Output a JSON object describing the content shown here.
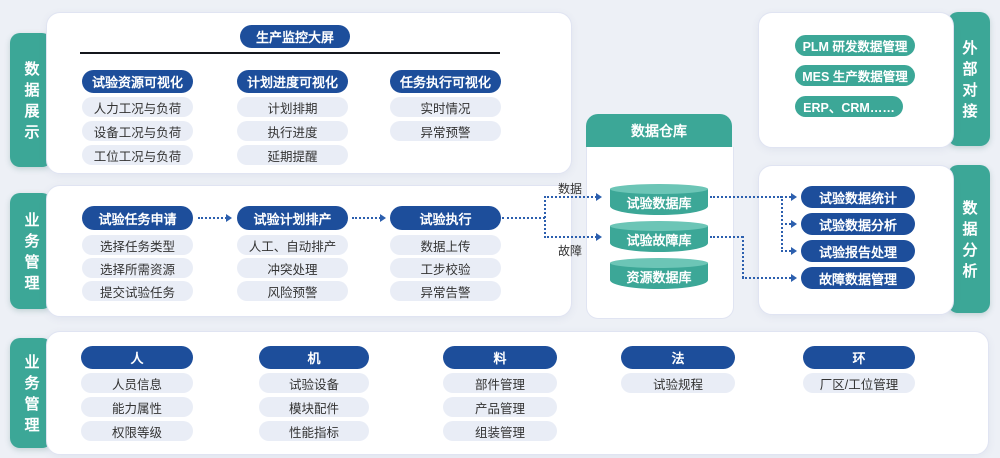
{
  "colors": {
    "teal": "#3CA797",
    "dark_blue": "#1D4E9B",
    "light_pill": "#E9EDF6",
    "flow_line": "#2C5FAE",
    "background": "#EDF0F6"
  },
  "data_display": {
    "tab": "数据展示",
    "title": "生产监控大屏",
    "columns": [
      {
        "header": "试验资源可视化",
        "items": [
          "人力工况与负荷",
          "设备工况与负荷",
          "工位工况与负荷"
        ]
      },
      {
        "header": "计划进度可视化",
        "items": [
          "计划排期",
          "执行进度",
          "延期提醒"
        ]
      },
      {
        "header": "任务执行可视化",
        "items": [
          "实时情况",
          "异常预警"
        ]
      }
    ]
  },
  "external": {
    "tab": "外部对接",
    "pills": [
      "PLM 研发数据管理",
      "MES 生产数据管理",
      "ERP、CRM……"
    ]
  },
  "business": {
    "tab": "业务管理",
    "columns": [
      {
        "header": "试验任务申请",
        "items": [
          "选择任务类型",
          "选择所需资源",
          "提交试验任务"
        ]
      },
      {
        "header": "试验计划排产",
        "items": [
          "人工、自动排产",
          "冲突处理",
          "风险预警"
        ]
      },
      {
        "header": "试验执行",
        "items": [
          "数据上传",
          "工步校验",
          "异常告警"
        ]
      }
    ],
    "flow_labels": {
      "data": "数据",
      "fault": "故障"
    }
  },
  "warehouse": {
    "title": "数据仓库",
    "databases": [
      "试验数据库",
      "试验故障库",
      "资源数据库"
    ]
  },
  "analysis": {
    "tab": "数据分析",
    "pills": [
      "试验数据统计",
      "试验数据分析",
      "试验报告处理",
      "故障数据管理"
    ]
  },
  "foundation": {
    "tab": "业务管理",
    "columns": [
      {
        "header": "人",
        "items": [
          "人员信息",
          "能力属性",
          "权限等级"
        ]
      },
      {
        "header": "机",
        "items": [
          "试验设备",
          "模块配件",
          "性能指标"
        ]
      },
      {
        "header": "料",
        "items": [
          "部件管理",
          "产品管理",
          "组装管理"
        ]
      },
      {
        "header": "法",
        "items": [
          "试验规程"
        ]
      },
      {
        "header": "环",
        "items": [
          "厂区/工位管理"
        ]
      }
    ]
  }
}
